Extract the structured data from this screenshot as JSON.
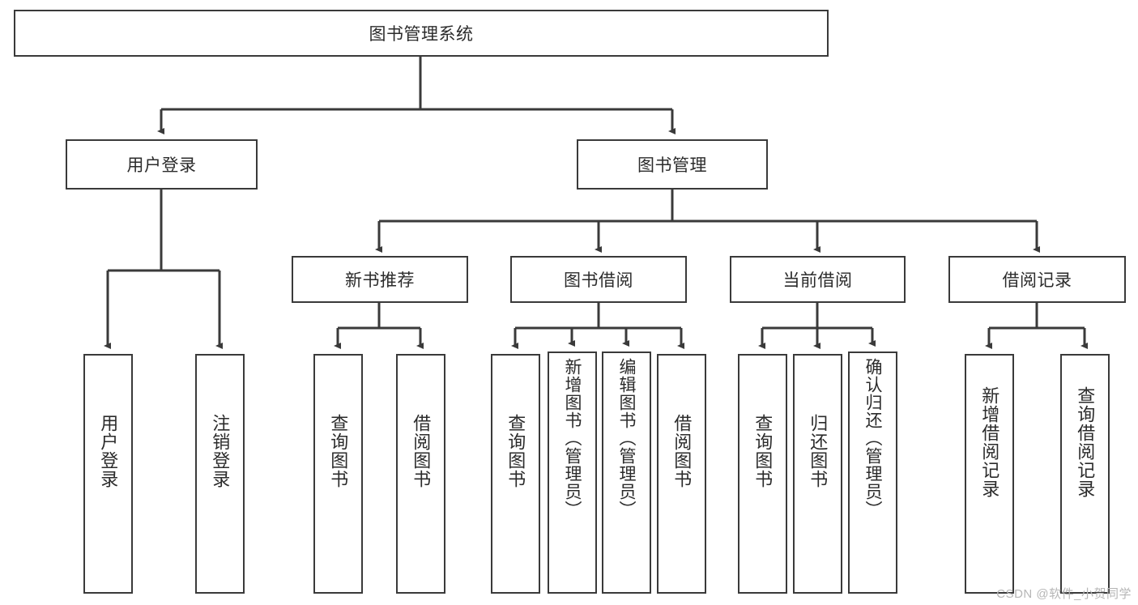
{
  "diagram": {
    "title": "图书管理系统",
    "type": "functional-decomposition-tree",
    "root": {
      "id": "root",
      "label": "图书管理系统"
    },
    "level2": [
      {
        "id": "user-login",
        "label": "用户登录"
      },
      {
        "id": "book-manage",
        "label": "图书管理"
      }
    ],
    "level3": [
      {
        "id": "new-book-recommend",
        "label": "新书推荐"
      },
      {
        "id": "book-borrow",
        "label": "图书借阅"
      },
      {
        "id": "current-borrow",
        "label": "当前借阅"
      },
      {
        "id": "borrow-record",
        "label": "借阅记录"
      }
    ],
    "leaves": [
      {
        "id": "leaf-user-login",
        "label": "用户登录",
        "parent": "user-login"
      },
      {
        "id": "leaf-user-logout",
        "label": "注销登录",
        "parent": "user-login"
      },
      {
        "id": "leaf-query-book-1",
        "label": "查询图书",
        "parent": "new-book-recommend"
      },
      {
        "id": "leaf-borrow-book-1",
        "label": "借阅图书",
        "parent": "new-book-recommend"
      },
      {
        "id": "leaf-query-book-2",
        "label": "查询图书",
        "parent": "book-borrow"
      },
      {
        "id": "leaf-add-book",
        "label": "新增图书（管理员）",
        "parent": "book-borrow"
      },
      {
        "id": "leaf-edit-book",
        "label": "编辑图书（管理员）",
        "parent": "book-borrow"
      },
      {
        "id": "leaf-borrow-book-2",
        "label": "借阅图书",
        "parent": "book-borrow"
      },
      {
        "id": "leaf-query-book-3",
        "label": "查询图书",
        "parent": "current-borrow"
      },
      {
        "id": "leaf-return-book",
        "label": "归还图书",
        "parent": "current-borrow"
      },
      {
        "id": "leaf-confirm-return",
        "label": "确认归还（管理员）",
        "parent": "current-borrow"
      },
      {
        "id": "leaf-add-record",
        "label": "新增借阅记录",
        "parent": "borrow-record"
      },
      {
        "id": "leaf-query-record",
        "label": "查询借阅记录",
        "parent": "borrow-record"
      }
    ],
    "colors": {
      "stroke": "#3a3a3a",
      "text": "#2b2b2b",
      "background": "#ffffff",
      "watermark": "#b6b6b6"
    }
  },
  "watermark": {
    "text": "CSDN @软件_小贺同学"
  }
}
